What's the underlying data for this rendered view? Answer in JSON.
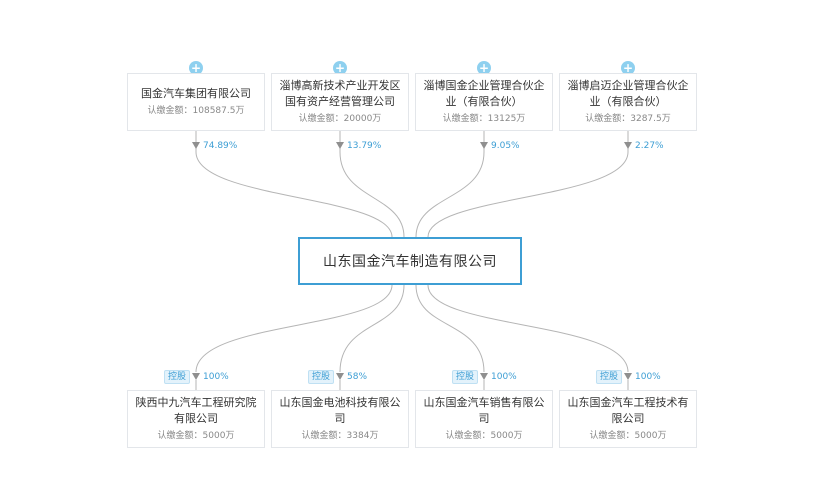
{
  "center": {
    "name": "山东国金汽车制造有限公司"
  },
  "shareholders": [
    {
      "name": "国金汽车集团有限公司",
      "amount": "认缴金额：108587.5万",
      "percent": "74.89%",
      "expand_icon": "plus-circle-icon"
    },
    {
      "name": "淄博高新技术产业开发区\n国有资产经营管理公司",
      "amount": "认缴金额：20000万",
      "percent": "13.79%",
      "expand_icon": "plus-circle-icon"
    },
    {
      "name": "淄博国金企业管理合伙企\n业（有限合伙）",
      "amount": "认缴金额：13125万",
      "percent": "9.05%",
      "expand_icon": "plus-circle-icon"
    },
    {
      "name": "淄博启迈企业管理合伙企\n业（有限合伙）",
      "amount": "认缴金额：3287.5万",
      "percent": "2.27%",
      "expand_icon": "plus-circle-icon"
    }
  ],
  "subsidiaries": [
    {
      "tag": "控股",
      "percent": "100%",
      "name": "陕西中九汽车工程研究院\n有限公司",
      "amount": "认缴金额：5000万"
    },
    {
      "tag": "控股",
      "percent": "58%",
      "name": "山东国金电池科技有限公\n司",
      "amount": "认缴金额：3384万"
    },
    {
      "tag": "控股",
      "percent": "100%",
      "name": "山东国金汽车销售有限公\n司",
      "amount": "认缴金额：5000万"
    },
    {
      "tag": "控股",
      "percent": "100%",
      "name": "山东国金汽车工程技术有\n限公司",
      "amount": "认缴金额：5000万"
    }
  ],
  "colors": {
    "accent": "#3d9ed4",
    "line": "#b5b5b5",
    "expand": "#8ed0ef"
  }
}
